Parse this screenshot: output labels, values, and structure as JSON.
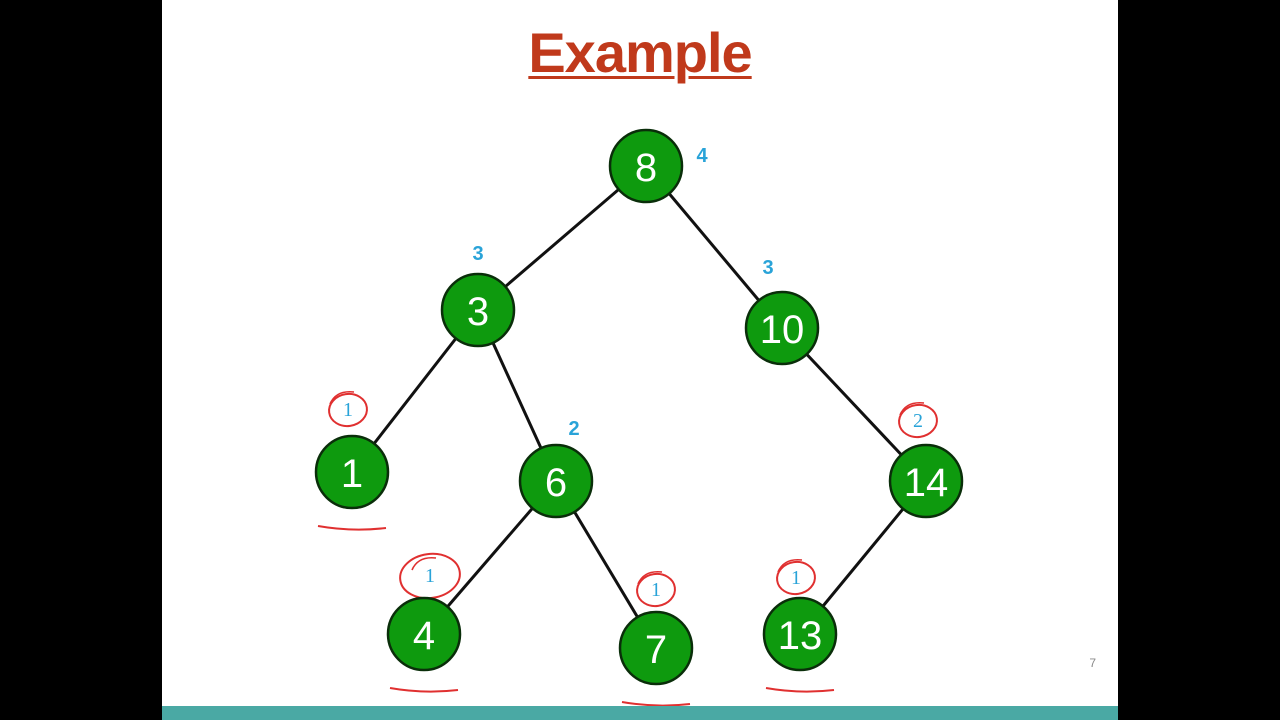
{
  "slide": {
    "title": "Example",
    "page_number": "7"
  },
  "colors": {
    "node_fill": "#0e9a0e",
    "node_stroke": "#0a2e0a",
    "edge": "#111111",
    "height_label": "#29a3d8",
    "annotation": "#e03030",
    "title": "#c0391b",
    "bottom_bar": "#4aa9a4"
  },
  "tree": {
    "nodes": [
      {
        "id": "n8",
        "label": "8",
        "height": "4",
        "circled": false,
        "underlined": false
      },
      {
        "id": "n3",
        "label": "3",
        "height": "3",
        "circled": false,
        "underlined": false
      },
      {
        "id": "n10",
        "label": "10",
        "height": "3",
        "circled": false,
        "underlined": false
      },
      {
        "id": "n1",
        "label": "1",
        "height": "1",
        "circled": true,
        "underlined": true
      },
      {
        "id": "n6",
        "label": "6",
        "height": "2",
        "circled": false,
        "underlined": false
      },
      {
        "id": "n14",
        "label": "14",
        "height": "2",
        "circled": true,
        "underlined": false
      },
      {
        "id": "n4",
        "label": "4",
        "height": "1",
        "circled": true,
        "underlined": true
      },
      {
        "id": "n7",
        "label": "7",
        "height": "1",
        "circled": true,
        "underlined": true
      },
      {
        "id": "n13",
        "label": "13",
        "height": "1",
        "circled": true,
        "underlined": true
      }
    ],
    "edges": [
      {
        "from": "n8",
        "to": "n3"
      },
      {
        "from": "n8",
        "to": "n10"
      },
      {
        "from": "n3",
        "to": "n1"
      },
      {
        "from": "n3",
        "to": "n6"
      },
      {
        "from": "n10",
        "to": "n14"
      },
      {
        "from": "n6",
        "to": "n4"
      },
      {
        "from": "n6",
        "to": "n7"
      },
      {
        "from": "n14",
        "to": "n13"
      }
    ]
  }
}
